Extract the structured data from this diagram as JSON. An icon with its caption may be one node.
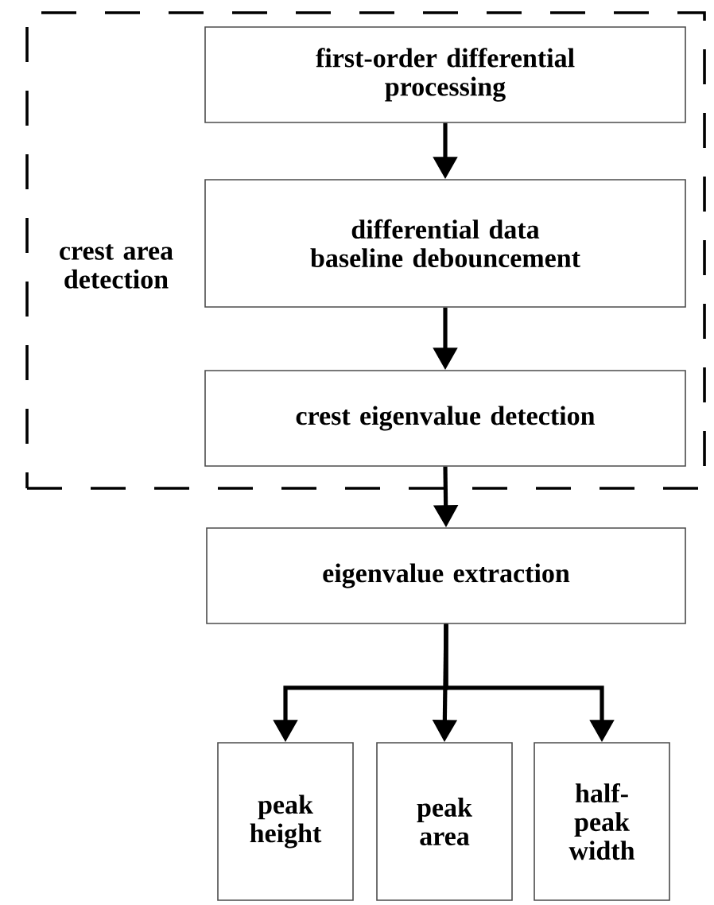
{
  "diagram": {
    "nodes": [
      {
        "text": [
          "crest area detection"
        ]
      },
      {
        "text": [
          "first-order differential processing"
        ],
        "in": 0
      },
      {
        "text": [
          "differential data baseline debouncement"
        ],
        "in": 0
      },
      {
        "text": [
          "crest eigenvalue detection"
        ],
        "in": 0
      },
      {
        "text": [
          "eigenvalue extraction"
        ]
      },
      {
        "text": [
          "peak height"
        ]
      },
      {
        "text": [
          "peak area"
        ]
      },
      {
        "text": [
          "half-peak width"
        ]
      }
    ],
    "edges": [
      {
        "from": 1,
        "to": 2,
        "arrow": "to"
      },
      {
        "from": 2,
        "to": 3,
        "arrow": "to"
      },
      {
        "from": 3,
        "to": 4,
        "arrow": "to"
      },
      {
        "from": 4,
        "to": 5,
        "arrow": "to"
      },
      {
        "from": 4,
        "to": 6,
        "arrow": "to"
      },
      {
        "from": 4,
        "to": 7,
        "arrow": "to"
      }
    ]
  }
}
